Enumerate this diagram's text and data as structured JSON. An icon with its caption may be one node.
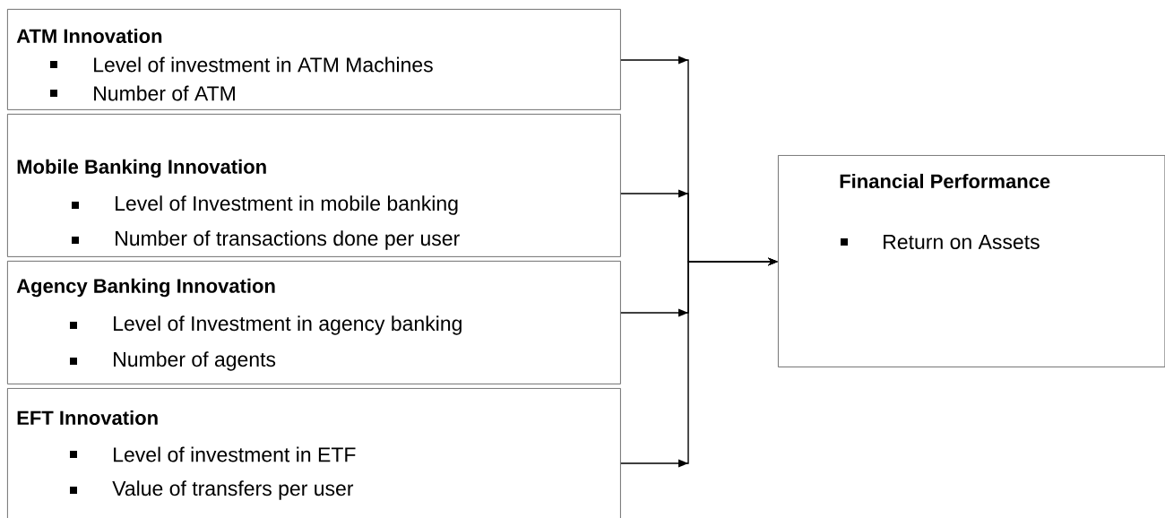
{
  "diagram": {
    "nodes": [
      {
        "text": [
          "ATM Innovation",
          "Level of investment in ATM Machines",
          "Number of ATM"
        ]
      },
      {
        "text": [
          "Mobile Banking Innovation",
          "Level of Investment in mobile banking",
          "Number of transactions done per user"
        ]
      },
      {
        "text": [
          "Agency Banking Innovation",
          "Level of Investment in agency banking",
          "Number of agents"
        ]
      },
      {
        "text": [
          "EFT Innovation",
          "Level of investment in ETF",
          "Value of transfers per user"
        ]
      },
      {
        "text": [
          "Financial Performance",
          "Return on Assets"
        ]
      }
    ],
    "edges": [
      {
        "from": 0,
        "to": 4,
        "arrow": "to"
      },
      {
        "from": 1,
        "to": 4,
        "arrow": "to"
      },
      {
        "from": 2,
        "to": 4,
        "arrow": "to"
      },
      {
        "from": 3,
        "to": 4,
        "arrow": "to"
      }
    ]
  }
}
